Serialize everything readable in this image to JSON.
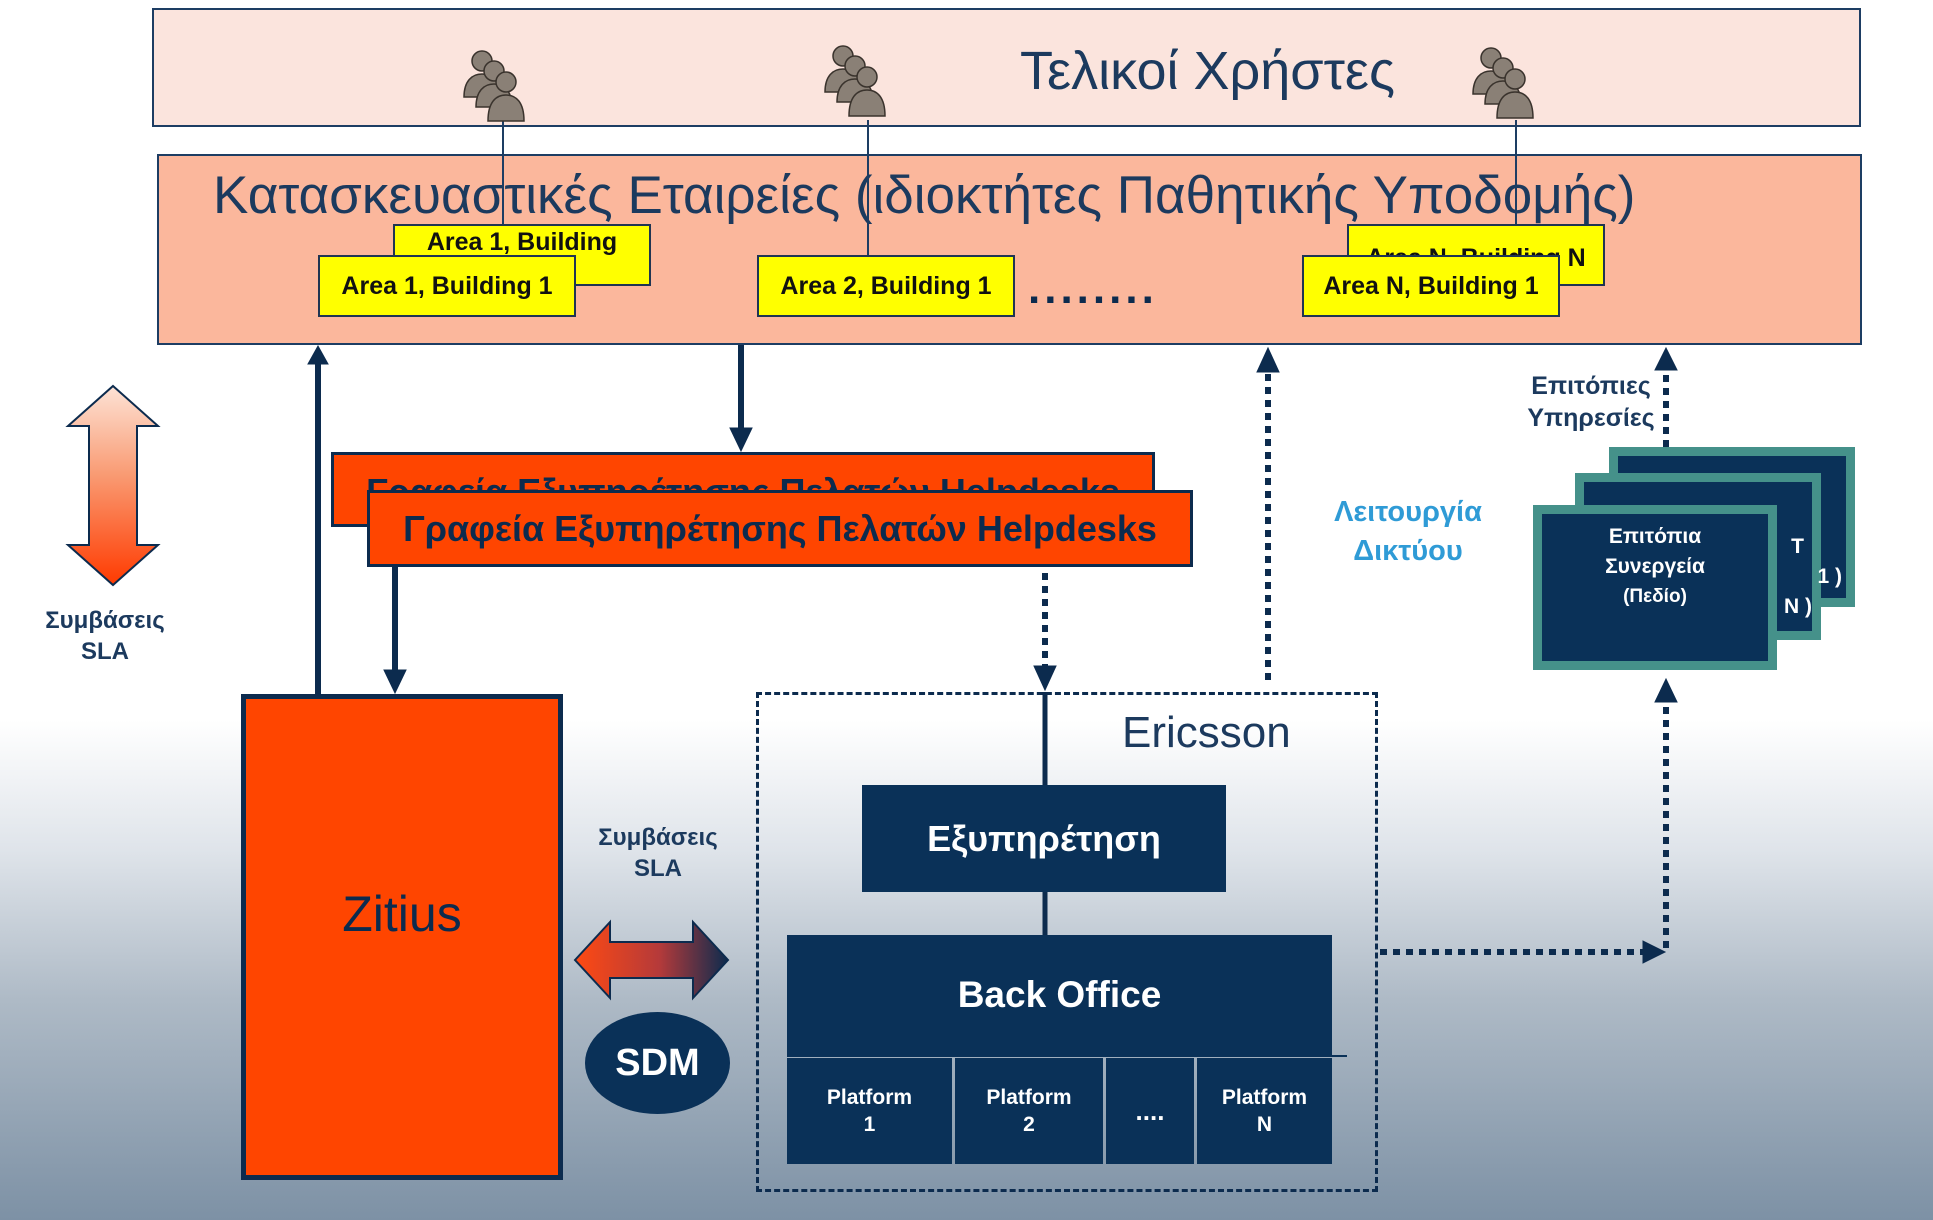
{
  "end_users": {
    "title": "Τελικοί Χρήστες",
    "icon": "users-group-icon"
  },
  "construction": {
    "title": "Κατασκευαστικές Εταιρείες (ιδιοκτήτες Παθητικής Υποδομής)",
    "areas": [
      {
        "back": "Area 1, Building",
        "front": "Area 1, Building 1"
      },
      {
        "front": "Area 2, Building 1"
      },
      {
        "back": "Area N, Building N",
        "front": "Area N, Building 1"
      }
    ],
    "ellipsis": "........"
  },
  "helpdesks": {
    "back": "Γραφεία Εξυπηρέτησης Πελατών Helpdesks",
    "front": "Γραφεία Εξυπηρέτησης Πελατών Helpdesks"
  },
  "sla_left": {
    "line1": "Συμβάσεις",
    "line2": "SLA"
  },
  "sla_middle": {
    "line1": "Συμβάσεις",
    "line2": "SLA"
  },
  "zitius": "Zitius",
  "sdm": "SDM",
  "ericsson": {
    "label": "Ericsson",
    "service": "Εξυπηρέτηση",
    "back_office": "Back Office",
    "platforms": [
      {
        "line1": "Platform",
        "line2": "1"
      },
      {
        "line1": "Platform",
        "line2": "2"
      },
      {
        "line1": "....",
        "line2": ""
      },
      {
        "line1": "Platform",
        "line2": "N"
      }
    ]
  },
  "network_operation": {
    "line1": "Λειτουργία",
    "line2": "Δικτύου"
  },
  "onsite_services": {
    "line1": "Επιτόπιες",
    "line2": "Υπηρεσίες"
  },
  "field_team": {
    "line1": "Επιτόπια",
    "line2": "Συνεργεία",
    "line3": "(Πεδίο)",
    "back_fragment_1": "T",
    "back_fragment_2": "1 )",
    "back_fragment_3": "N )"
  },
  "colors": {
    "navy": "#0a3158",
    "orange_red": "#ff4500",
    "salmon": "#fbb79c",
    "pale_pink": "#fbe4dd",
    "yellow": "#ffff00",
    "teal": "#45918a",
    "cyan_text": "#2f9bd6"
  }
}
